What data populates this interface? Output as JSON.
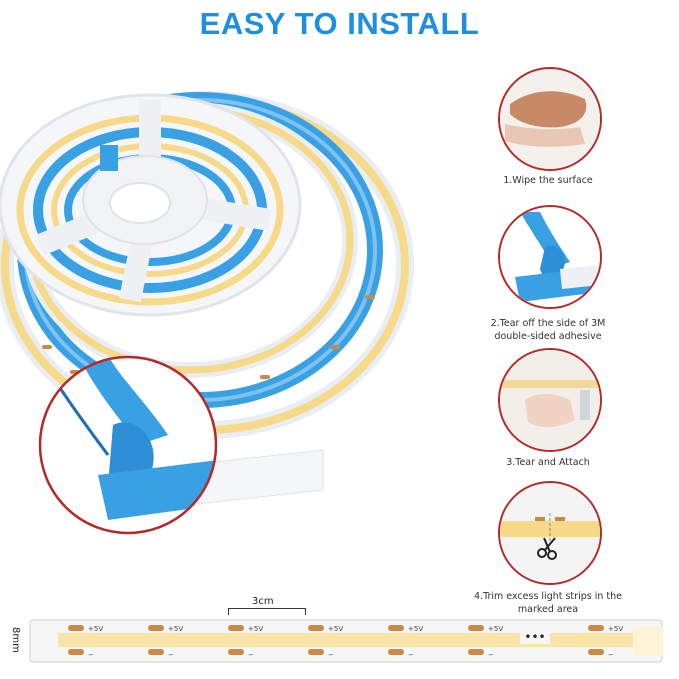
{
  "title": "EASY TO INSTALL",
  "steps": [
    {
      "label": "1.Wipe the surface",
      "icon": "wipe-hand-icon"
    },
    {
      "label": "2.Tear off the side of 3M double-sided adhesive",
      "icon": "adhesive-peel-icon"
    },
    {
      "label": "3.Tear and Attach",
      "icon": "attach-hand-icon"
    },
    {
      "label": "4.Trim excess light strips in the marked area",
      "icon": "scissors-icon"
    }
  ],
  "strip": {
    "spacing_label": "3cm",
    "width_label": "8mm",
    "pad_plus": "+5V",
    "pad_minus": "−",
    "ellipsis": "•••"
  },
  "colors": {
    "title_blue": "#1e8fe0",
    "adhesive_blue": "#3aa0e4",
    "led_yellow": "#f7d98a",
    "pad_copper": "#c98a45",
    "accent_red": "#b42a2a"
  }
}
